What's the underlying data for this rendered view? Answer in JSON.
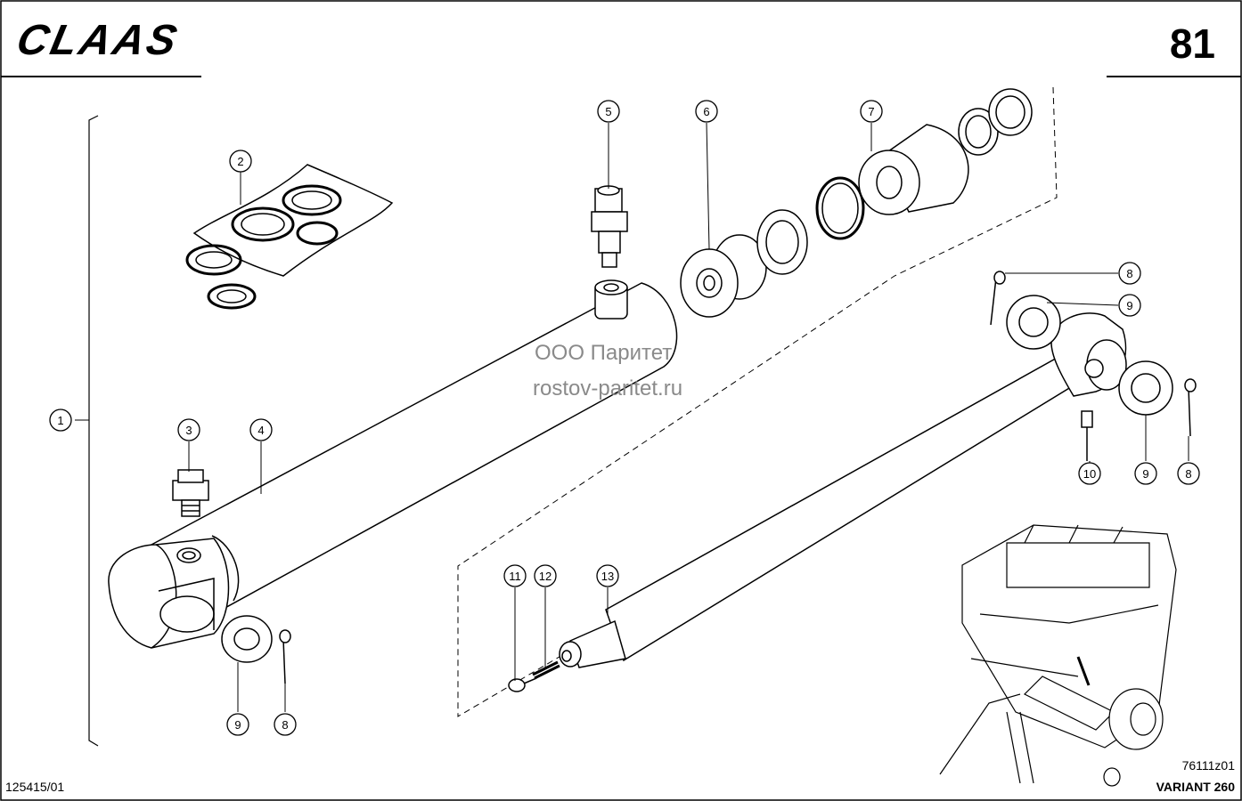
{
  "header": {
    "brand": "CLAAS",
    "page_number": "81"
  },
  "watermark": {
    "line1": "ООО Паритет",
    "line2": "rostov-paritet.ru"
  },
  "footer": {
    "doc_code": "125415/01",
    "drawing_code": "76111z01",
    "model": "VARIANT 260"
  },
  "callouts": [
    "1",
    "2",
    "3",
    "4",
    "5",
    "6",
    "7",
    "8",
    "9",
    "8",
    "9",
    "10",
    "9",
    "8",
    "11",
    "12",
    "13"
  ]
}
